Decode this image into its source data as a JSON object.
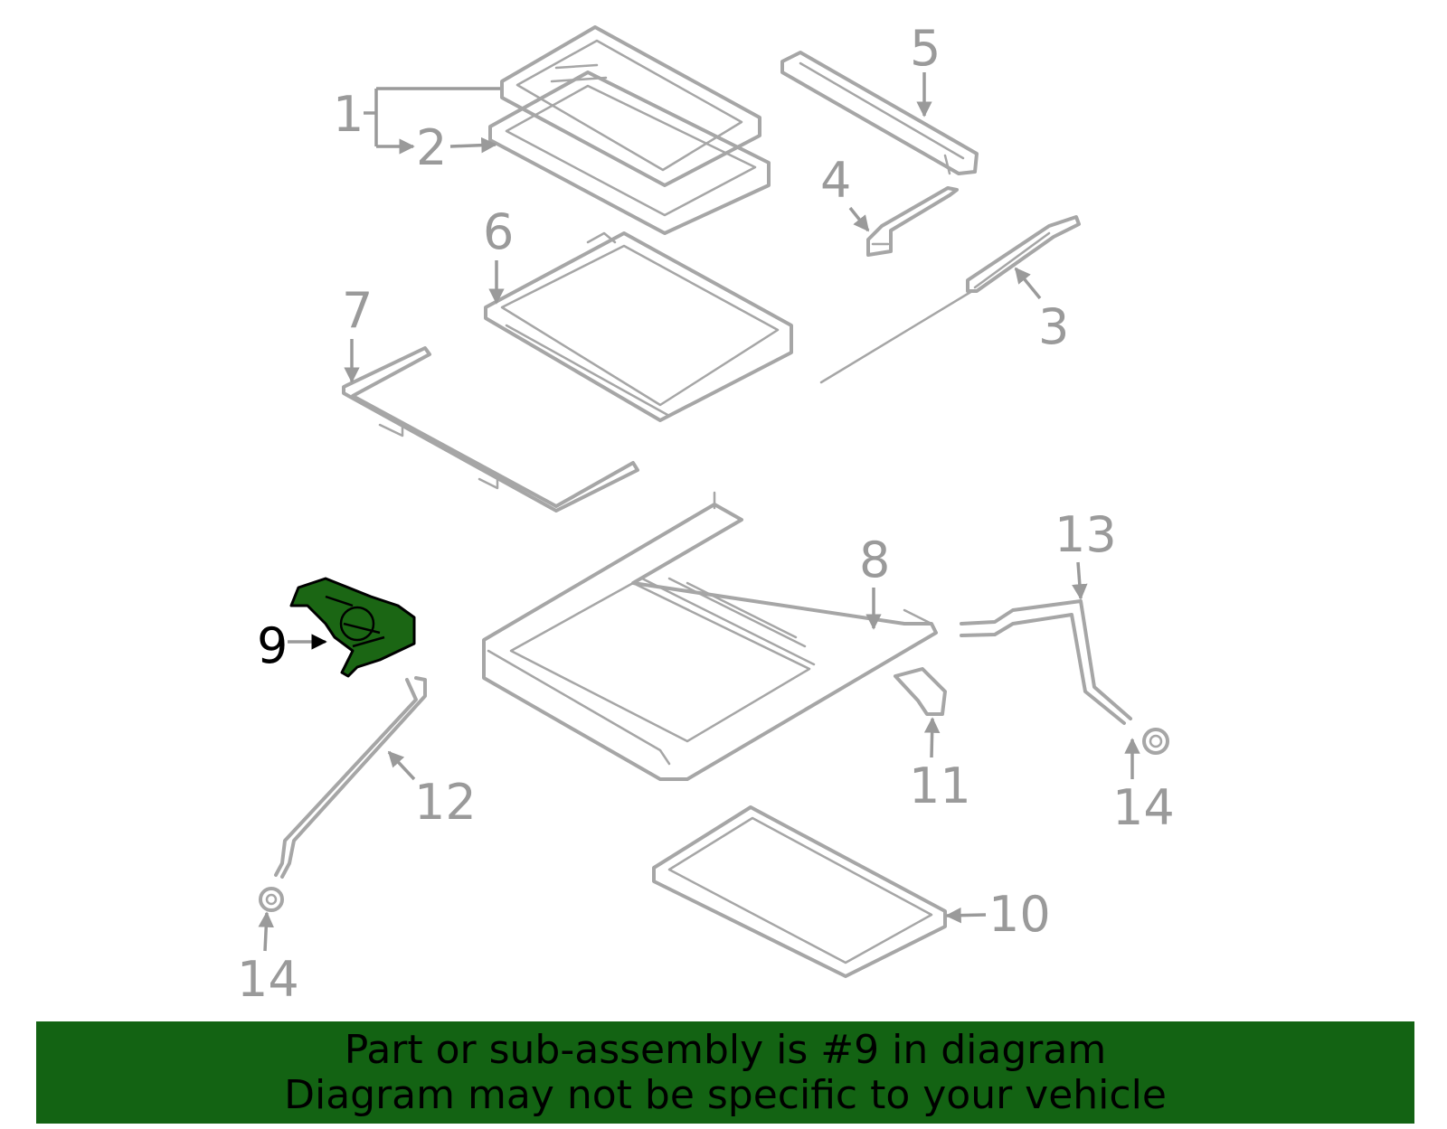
{
  "diagram": {
    "highlight_color": "#1b6614",
    "part_color": "#a6a6a6",
    "callouts": [
      "1",
      "2",
      "3",
      "4",
      "5",
      "6",
      "7",
      "8",
      "9",
      "10",
      "11",
      "12",
      "13",
      "14",
      "14"
    ],
    "highlighted_callout": "9"
  },
  "banner": {
    "line1": "Part or sub-assembly is #9 in diagram",
    "line2": "Diagram may not be specific to your vehicle",
    "background_color": "#136313"
  }
}
